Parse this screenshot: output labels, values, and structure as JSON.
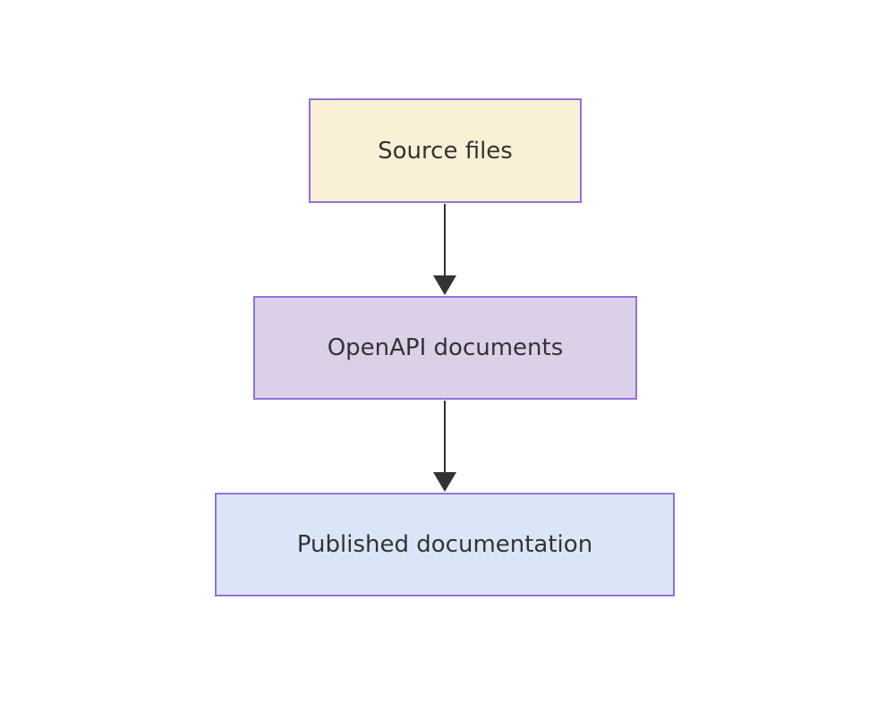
{
  "diagram": {
    "type": "flowchart",
    "direction": "top-down",
    "background_color": "#ffffff",
    "nodes": [
      {
        "id": "source-files",
        "label": "Source files",
        "fill_color": "#faf0d6",
        "border_color": "#9370db",
        "text_color": "#333333"
      },
      {
        "id": "openapi-documents",
        "label": "OpenAPI documents",
        "fill_color": "#dcd0e8",
        "border_color": "#9370db",
        "text_color": "#333333"
      },
      {
        "id": "published-documentation",
        "label": "Published documentation",
        "fill_color": "#dbe5f8",
        "border_color": "#9370db",
        "text_color": "#333333"
      }
    ],
    "edges": [
      {
        "from": "source-files",
        "to": "openapi-documents",
        "style": "solid-arrow",
        "color": "#333333"
      },
      {
        "from": "openapi-documents",
        "to": "published-documentation",
        "style": "solid-arrow",
        "color": "#333333"
      }
    ]
  }
}
